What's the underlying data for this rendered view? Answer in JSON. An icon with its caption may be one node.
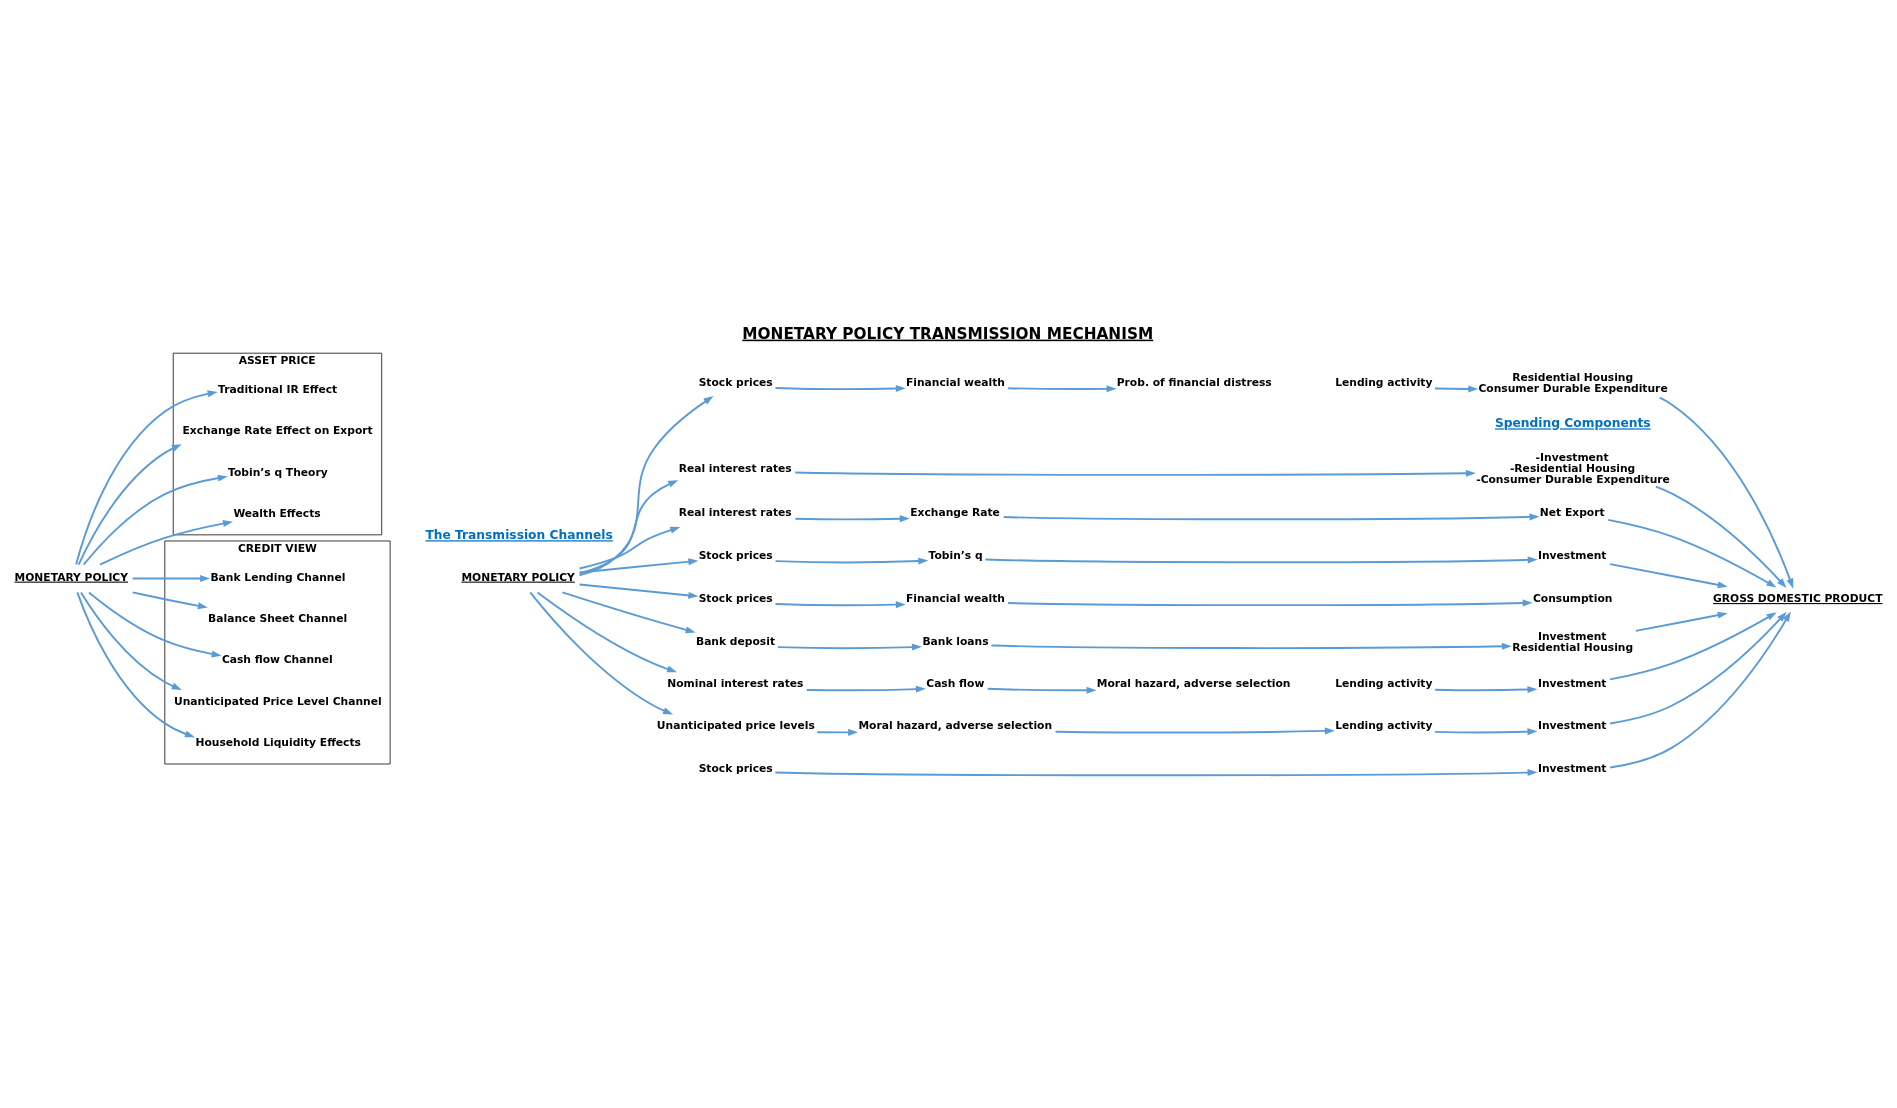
{
  "diagram": {
    "title": "MONETARY POLICY TRANSMISSION MECHANISM",
    "nodes": [
      {
        "text": [
          "MONETARY POLICY"
        ]
      },
      {
        "text": [
          "ASSET PRICE"
        ]
      },
      {
        "text": [
          "Traditional IR Effect"
        ],
        "in": 1
      },
      {
        "text": [
          "Exchange Rate Effect on Export"
        ],
        "in": 1
      },
      {
        "text": [
          "Tobin’s q Theory"
        ],
        "in": 1
      },
      {
        "text": [
          "Wealth Effects"
        ],
        "in": 1
      },
      {
        "text": [
          "CREDIT VIEW"
        ]
      },
      {
        "text": [
          "Bank Lending Channel"
        ],
        "in": 6
      },
      {
        "text": [
          "Balance Sheet Channel"
        ],
        "in": 6
      },
      {
        "text": [
          "Cash flow Channel"
        ],
        "in": 6
      },
      {
        "text": [
          "Unanticipated Price Level Channel"
        ],
        "in": 6
      },
      {
        "text": [
          "Household Liquidity Effects"
        ],
        "in": 6
      },
      {
        "text": [
          "MONETARY POLICY"
        ]
      },
      {
        "text": [
          "Real interest rates"
        ]
      },
      {
        "text": [
          "-Investment",
          "-Residential Housing",
          "-Consumer Durable Expenditure"
        ]
      },
      {
        "text": [
          "Real interest rates"
        ]
      },
      {
        "text": [
          "Exchange Rate"
        ]
      },
      {
        "text": [
          "Net Export"
        ]
      },
      {
        "text": [
          "Stock prices"
        ]
      },
      {
        "text": [
          "Tobin’s q"
        ]
      },
      {
        "text": [
          "Investment"
        ]
      },
      {
        "text": [
          "Stock prices"
        ]
      },
      {
        "text": [
          "Financial wealth"
        ]
      },
      {
        "text": [
          "Consumption"
        ]
      },
      {
        "text": [
          "Bank deposit"
        ]
      },
      {
        "text": [
          "Bank loans"
        ]
      },
      {
        "text": [
          "Investment",
          "Residential Housing"
        ]
      },
      {
        "text": [
          "Stock prices"
        ]
      },
      {
        "text": [
          "Investment"
        ]
      },
      {
        "text": [
          "Moral hazard, adverse selection"
        ]
      },
      {
        "text": [
          "Nominal interest rates"
        ]
      },
      {
        "text": [
          "Cash flow"
        ]
      },
      {
        "text": [
          "Lending activity"
        ]
      },
      {
        "text": [
          "Investment"
        ]
      },
      {
        "text": [
          "Unanticipated price levels"
        ]
      },
      {
        "text": [
          "Moral hazard, adverse selection"
        ]
      },
      {
        "text": [
          "Lending activity"
        ]
      },
      {
        "text": [
          "Investment"
        ]
      },
      {
        "text": [
          "Prob. of financial distress"
        ]
      },
      {
        "text": [
          "Residential Housing",
          "Consumer Durable Expenditure"
        ]
      },
      {
        "text": [
          "Stock prices"
        ]
      },
      {
        "text": [
          "Financial wealth"
        ]
      },
      {
        "text": [
          "Lending activity"
        ]
      },
      {
        "text": [
          "GROSS DOMESTIC PRODUCT"
        ]
      }
    ],
    "edges": [
      {
        "from": 0,
        "to": 2,
        "arrow": "to"
      },
      {
        "from": 0,
        "to": 3,
        "arrow": "to"
      },
      {
        "from": 0,
        "to": 4,
        "arrow": "to"
      },
      {
        "from": 0,
        "to": 5,
        "arrow": "to"
      },
      {
        "from": 0,
        "to": 7,
        "arrow": "to"
      },
      {
        "from": 0,
        "to": 8,
        "arrow": "to"
      },
      {
        "from": 0,
        "to": 9,
        "arrow": "to"
      },
      {
        "from": 0,
        "to": 10,
        "arrow": "to"
      },
      {
        "from": 0,
        "to": 11,
        "arrow": "to"
      },
      {
        "from": 12,
        "to": 13,
        "arrow": "to"
      },
      {
        "from": 12,
        "to": 15,
        "arrow": "to"
      },
      {
        "from": 12,
        "to": 18,
        "arrow": "to"
      },
      {
        "from": 12,
        "to": 21,
        "arrow": "to"
      },
      {
        "from": 12,
        "to": 24,
        "arrow": "to"
      },
      {
        "from": 12,
        "to": 30,
        "arrow": "to"
      },
      {
        "from": 12,
        "to": 34,
        "arrow": "to"
      },
      {
        "from": 12,
        "to": 40,
        "arrow": "to"
      },
      {
        "from": 13,
        "to": 14,
        "arrow": "to"
      },
      {
        "from": 15,
        "to": 16,
        "arrow": "to"
      },
      {
        "from": 16,
        "to": 17,
        "arrow": "to"
      },
      {
        "from": 18,
        "to": 19,
        "arrow": "to"
      },
      {
        "from": 19,
        "to": 20,
        "arrow": "to"
      },
      {
        "from": 21,
        "to": 22,
        "arrow": "to"
      },
      {
        "from": 22,
        "to": 23,
        "arrow": "to"
      },
      {
        "from": 24,
        "to": 25,
        "arrow": "to"
      },
      {
        "from": 25,
        "to": 26,
        "arrow": "to"
      },
      {
        "from": 27,
        "to": 28,
        "arrow": "to"
      },
      {
        "from": 30,
        "to": 31,
        "arrow": "to"
      },
      {
        "from": 31,
        "to": 29,
        "arrow": "to"
      },
      {
        "from": 32,
        "to": 33,
        "arrow": "to"
      },
      {
        "from": 34,
        "to": 35,
        "arrow": "to"
      },
      {
        "from": 35,
        "to": 36,
        "arrow": "to"
      },
      {
        "from": 36,
        "to": 37,
        "arrow": "to"
      },
      {
        "from": 40,
        "to": 41,
        "arrow": "to"
      },
      {
        "from": 41,
        "to": 38,
        "arrow": "to"
      },
      {
        "from": 42,
        "to": 39,
        "arrow": "to"
      },
      {
        "from": 14,
        "to": 43,
        "arrow": "to"
      },
      {
        "from": 17,
        "to": 43,
        "arrow": "to"
      },
      {
        "from": 20,
        "to": 43,
        "arrow": "to"
      },
      {
        "from": 26,
        "to": 43,
        "arrow": "to"
      },
      {
        "from": 28,
        "to": 43,
        "arrow": "to"
      },
      {
        "from": 33,
        "to": 43,
        "arrow": "to"
      },
      {
        "from": 37,
        "to": 43,
        "arrow": "to"
      },
      {
        "from": 39,
        "to": 43,
        "arrow": "to"
      }
    ],
    "labels": [
      "The Transmission Channels",
      "Spending Components"
    ]
  }
}
